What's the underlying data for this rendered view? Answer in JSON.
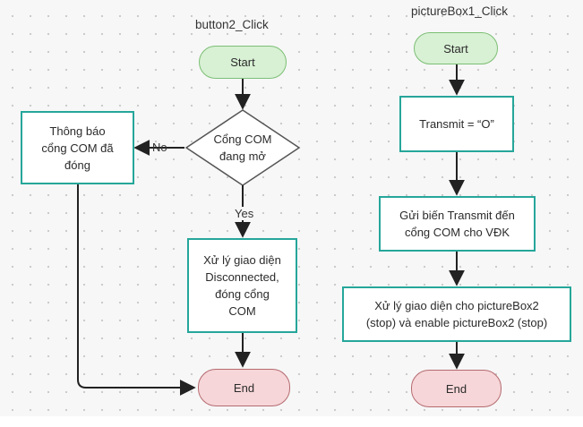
{
  "flow_left": {
    "title": "button2_Click",
    "start": "Start",
    "decision": "Cổng COM\nđang mở",
    "label_no": "No",
    "label_yes": "Yes",
    "notify": "Thông báo\ncổng COM đã\nđóng",
    "process": "Xử lý giao diện\nDisconnected,\nđóng cổng\nCOM",
    "end": "End"
  },
  "flow_right": {
    "title": "pictureBox1_Click",
    "start": "Start",
    "step1": "Transmit = “O”",
    "step2": "Gửi biến Transmit đến\ncổng COM cho VĐK",
    "step3": "Xử lý giao diện cho pictureBox2\n(stop) và enable pictureBox2 (stop)",
    "end": "End"
  },
  "colors": {
    "start_fill": "#d8f0d4",
    "end_fill": "#f6d6d8",
    "process_border": "#26a69a",
    "arrow": "#222222"
  }
}
